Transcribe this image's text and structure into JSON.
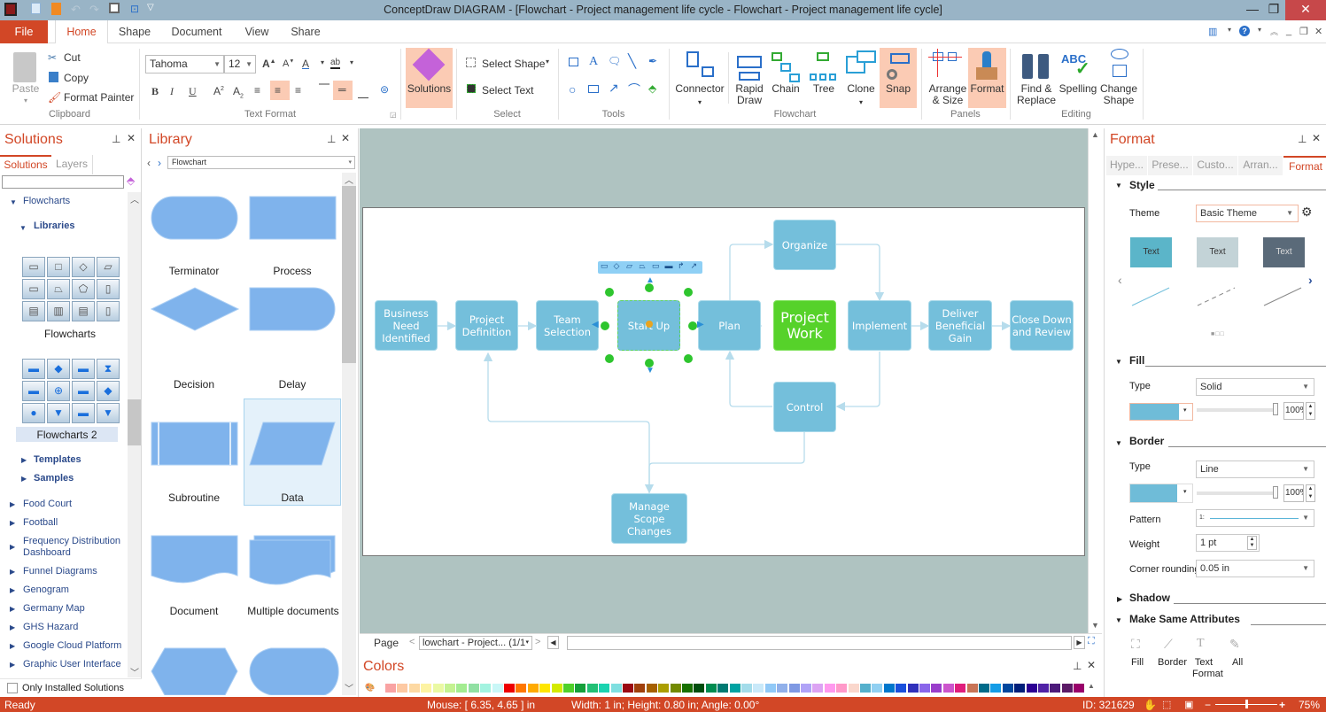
{
  "window": {
    "title": "ConceptDraw DIAGRAM - [Flowchart - Project management life cycle - Flowchart - Project management life cycle]",
    "minimize_icon": "minimize-icon",
    "maximize_icon": "restore-icon",
    "close_icon": "close-icon"
  },
  "quick_access": [
    "app-icon",
    "new-document-icon",
    "open-icon",
    "undo-icon",
    "redo-icon",
    "save-icon",
    "print-preview-icon",
    "customize-dropdown-icon"
  ],
  "tabs": {
    "file": "File",
    "items": [
      "Home",
      "Shape",
      "Document",
      "View",
      "Share"
    ],
    "active": "Home"
  },
  "ribbon": {
    "clipboard": {
      "label": "Clipboard",
      "paste": "Paste",
      "cut": "Cut",
      "copy": "Copy",
      "format_painter": "Format Painter"
    },
    "text_format": {
      "label": "Text Format",
      "font": "Tahoma",
      "size": "12"
    },
    "solutions": {
      "label": "Solutions"
    },
    "select": {
      "label": "Select",
      "select_shape": "Select Shape",
      "select_text": "Select Text"
    },
    "tools": {
      "label": "Tools"
    },
    "flowchart": {
      "label": "Flowchart",
      "connector": "Connector",
      "rapid_draw": "Rapid Draw",
      "chain": "Chain",
      "tree": "Tree",
      "clone": "Clone",
      "snap": "Snap"
    },
    "panels": {
      "label": "Panels",
      "arrange": "Arrange & Size",
      "format": "Format"
    },
    "editing": {
      "label": "Editing",
      "find": "Find & Replace",
      "spelling": "Spelling",
      "change_shape": "Change Shape"
    }
  },
  "solutions_panel": {
    "title": "Solutions",
    "tabs": [
      "Solutions",
      "Layers"
    ],
    "search_placeholder": "",
    "tree": {
      "root": "Flowcharts",
      "libraries": "Libraries",
      "lib1": "Flowcharts",
      "lib2": "Flowcharts 2",
      "templates": "Templates",
      "samples": "Samples"
    },
    "items": [
      "Food Court",
      "Football",
      "Frequency Distribution Dashboard",
      "Funnel Diagrams",
      "Genogram",
      "Germany Map",
      "GHS Hazard",
      "Google Cloud Platform",
      "Graphic User Interface"
    ],
    "only_installed": "Only Installed Solutions"
  },
  "library_panel": {
    "title": "Library",
    "selected_library": "Flowchart",
    "shapes": [
      "Terminator",
      "Process",
      "Decision",
      "Delay",
      "Subroutine",
      "Data",
      "Document",
      "Multiple documents"
    ],
    "selected_shape": "Data"
  },
  "diagram": {
    "nodes": {
      "business": "Business Need Identified",
      "definition": "Project Definition",
      "team": "Team Selection",
      "startup": "Start Up",
      "plan": "Plan",
      "organize": "Organize",
      "work": "Project Work",
      "implement": "Implement",
      "deliver": "Deliver Beneficial Gain",
      "close": "Close Down and Review",
      "control": "Control",
      "scope": "Manage Scope Changes"
    },
    "selected_node": "Start Up"
  },
  "pagebar": {
    "label": "Page",
    "current_page": "lowchart - Project... (1/1"
  },
  "colors_panel": {
    "title": "Colors",
    "swatches": [
      "#f9a3a3",
      "#fdc9a3",
      "#fdd9a3",
      "#fdf3a3",
      "#eaf9a3",
      "#c4f291",
      "#a3ec91",
      "#91e0a3",
      "#a3f3e0",
      "#c9f7f7",
      "#ee0000",
      "#ff7700",
      "#ffaa00",
      "#ffe600",
      "#d4ea00",
      "#4fd12a",
      "#15a03a",
      "#22c075",
      "#1bd3b0",
      "#7fdfe0",
      "#9b0a12",
      "#a0400c",
      "#a66000",
      "#ab9e00",
      "#738a00",
      "#187000",
      "#004d0d",
      "#008c50",
      "#007a72",
      "#00a3a3",
      "#a3dcea",
      "#c9e9f9",
      "#91c9f7",
      "#91b0ea",
      "#7f99e3",
      "#b0a3f7",
      "#dca3f3",
      "#ff99ee",
      "#ff99c9",
      "#fad7cc",
      "#55b0cc",
      "#91d0f2",
      "#0077cc",
      "#1a50dd",
      "#3030bb",
      "#8a66ea",
      "#9a3ecb",
      "#cc55cc",
      "#e01e7c",
      "#c87456",
      "#006b8a",
      "#149ce6",
      "#00479e",
      "#001f7a",
      "#2c0093",
      "#5022a6",
      "#4c1a7a",
      "#5b1a66",
      "#99006a"
    ]
  },
  "format_panel": {
    "title": "Format",
    "tabs": [
      "Hype...",
      "Prese...",
      "Custo...",
      "Arran...",
      "Format"
    ],
    "active_tab": "Format",
    "style": {
      "label": "Style",
      "theme_label": "Theme",
      "theme": "Basic Theme",
      "samples": [
        "Text",
        "Text",
        "Text"
      ]
    },
    "fill": {
      "label": "Fill",
      "type_label": "Type",
      "type": "Solid",
      "color": "#6fbcd8",
      "opacity": "100%"
    },
    "border": {
      "label": "Border",
      "type_label": "Type",
      "type": "Line",
      "color": "#6fbcd8",
      "opacity": "100%",
      "pattern_label": "Pattern",
      "weight_label": "Weight",
      "weight": "1 pt",
      "corner_label": "Corner rounding",
      "corner": "0.05 in"
    },
    "shadow": {
      "label": "Shadow"
    },
    "make_same": {
      "label": "Make Same Attributes",
      "buttons": [
        "Fill",
        "Border",
        "Text Format",
        "All"
      ]
    }
  },
  "status": {
    "ready": "Ready",
    "mouse": "Mouse: [ 6.35, 4.65 ] in",
    "size": "Width: 1 in;  Height: 0.80 in;  Angle: 0.00°",
    "id": "ID: 321629",
    "zoom": "75%",
    "zoom_fraction": 0.5
  },
  "accent_color": "#d24726"
}
